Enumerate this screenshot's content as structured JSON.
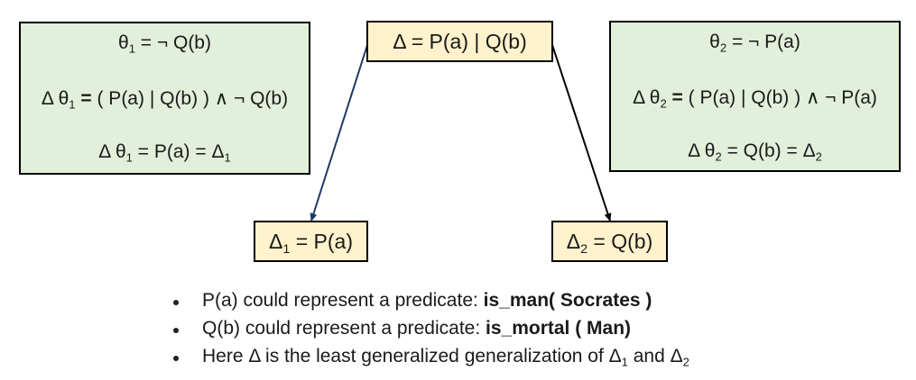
{
  "root": {
    "text": "Δ = P(a) | Q(b)"
  },
  "left_box": {
    "theta_pre": "θ",
    "theta_sub": "1",
    "theta_rhs": " = ¬ Q(b)",
    "l2_a": "Δ θ",
    "l2_sub": "1",
    "l2_eq": " = ",
    "l2_rhs": "( P(a) | Q(b) ) ∧ ¬ Q(b)",
    "l3_a": "Δ θ",
    "l3_sub": "1",
    "l3_mid": " = P(a) = Δ",
    "l3_sub2": "1"
  },
  "right_box": {
    "theta_pre": "θ",
    "theta_sub": "2",
    "theta_rhs": " = ¬ P(a)",
    "l2_a": "Δ θ",
    "l2_sub": "2",
    "l2_eq": " = ",
    "l2_rhs": "( P(a) | Q(b) ) ∧ ¬ P(a)",
    "l3_a": "Δ θ",
    "l3_sub": "2",
    "l3_mid": " = Q(b) = Δ",
    "l3_sub2": "2"
  },
  "child_left": {
    "pre": "Δ",
    "sub": "1",
    "post": " = P(a)"
  },
  "child_right": {
    "pre": "Δ",
    "sub": "2",
    "post": " = Q(b)"
  },
  "bullets": [
    {
      "text": "P(a) could represent a predicate: ",
      "bold": "is_man( Socrates )"
    },
    {
      "text": "Q(b) could represent a predicate: ",
      "bold": "is_mortal ( Man)"
    },
    {
      "text": "Here Δ is the least generalized generalization of Δ",
      "sub1": "1",
      "mid": " and Δ",
      "sub2": "2"
    }
  ],
  "colors": {
    "green_fill": "#e2efda",
    "yellow_fill": "#fff2cc",
    "left_arrow": "#1f3864",
    "right_arrow": "#000000"
  }
}
